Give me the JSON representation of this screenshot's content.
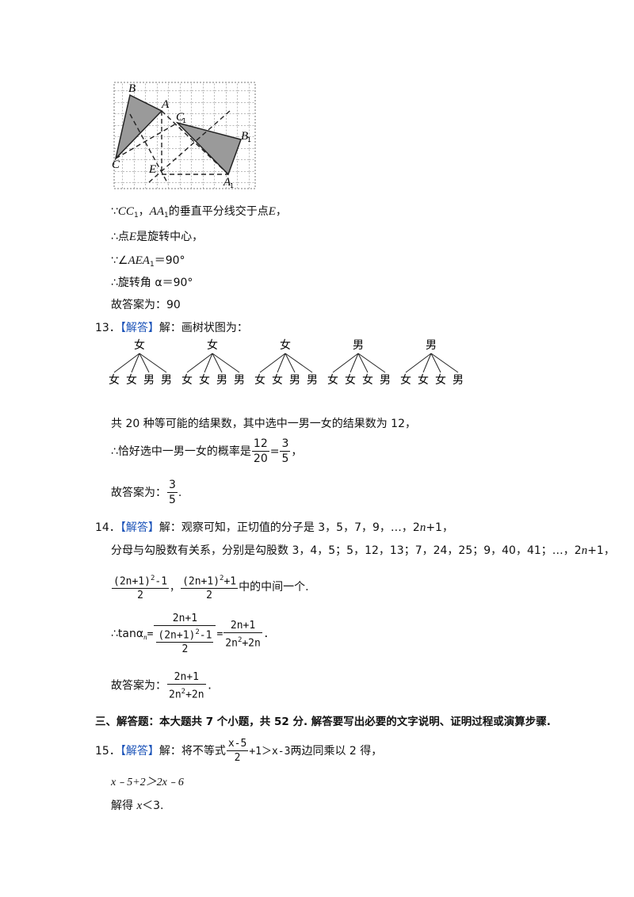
{
  "figure_labels": {
    "B": "B",
    "A": "A",
    "C1": "C",
    "C1_sub": "1",
    "B1": "B",
    "B1_sub": "1",
    "C": "C",
    "E": "E",
    "A1": "A",
    "A1_sub": "1"
  },
  "p12": {
    "l1_a": "∵",
    "l1_b": "CC",
    "l1_c": "1",
    "l1_d": "，",
    "l1_e": "AA",
    "l1_f": "1",
    "l1_g": "的垂直平分线交于点",
    "l1_h": "E",
    "l1_i": "，",
    "l2_a": "∴点",
    "l2_b": "E",
    "l2_c": "是旋转中心，",
    "l3_a": "∵∠",
    "l3_b": "AEA",
    "l3_c": "1",
    "l3_d": "＝90°",
    "l4": "∴旋转角 α＝90°",
    "l5": "故答案为：90"
  },
  "p13": {
    "num": "13．",
    "tag": "【解答】",
    "intro": "解：画树状图为：",
    "roots": [
      "女",
      "女",
      "女",
      "男",
      "男"
    ],
    "leaves": [
      [
        "女",
        "女",
        "男",
        "男"
      ],
      [
        "女",
        "女",
        "男",
        "男"
      ],
      [
        "女",
        "女",
        "男",
        "男"
      ],
      [
        "女",
        "女",
        "女",
        "男"
      ],
      [
        "女",
        "女",
        "女",
        "男"
      ]
    ],
    "line1": "共 20 种等可能的结果数，其中选中一男一女的结果数为 12，",
    "line2": "∴恰好选中一男一女的概率是",
    "f1n": "12",
    "f1d": "20",
    "eq": "=",
    "f2n": "3",
    "f2d": "5",
    "comma": "，",
    "ans": "故答案为：",
    "ansn": "3",
    "ansd": "5",
    "dot": "."
  },
  "p14": {
    "num": "14．",
    "tag": "【解答】",
    "l1a": "解：观察可知，正切值的分子是 3，5，7，9，…，2",
    "l1b": "n",
    "l1c": "+1，",
    "l2a": "分母与勾股数有关系，分别是勾股数 3，4，5；5，12，13；7，24，25；9，40，41；…，2",
    "l2b": "n",
    "l2c": "+1，",
    "fa_base": "(2n+1)",
    "fa_exp": "2",
    "fa_tail": "-1",
    "fa_den": "2",
    "sep": "，",
    "fb_base": "(2n+1)",
    "fb_exp": "2",
    "fb_tail": "+1",
    "fb_den": "2",
    "l3tail": "中的中间一个.",
    "tan_a": "∴tanα",
    "tan_sub": "n",
    "tan_eq": "=",
    "big_num": "2n+1",
    "big_den_base": "(2n+1)",
    "big_den_exp": "2",
    "big_den_tail": "-1",
    "big_den_den": "2",
    "eq2": "=",
    "r_num": "2n+1",
    "r_den_a": "2n",
    "r_den_exp": "2",
    "r_den_b": "+2n",
    "dot": ".",
    "ans": "故答案为：",
    "ans_num": "2n+1",
    "ans_den_a": "2n",
    "ans_den_exp": "2",
    "ans_den_b": "+2n",
    "ans_dot": "."
  },
  "section3": "三、解答题：本大题共 7 个小题，共 52 分. 解答要写出必要的文字说明、证明过程或演算步骤.",
  "p15": {
    "num": "15．",
    "tag": "【解答】",
    "a": "解：将不等式",
    "fn": "x-5",
    "fd": "2",
    "b": "+1＞",
    "c": "x-3",
    "d": "两边同乘以 2 得，",
    "l2": "x﹣5+2＞2x﹣6",
    "l3a": "解得 ",
    "l3b": "x",
    "l3c": "＜3."
  },
  "colors": {
    "tag": "#1a52b8",
    "shade": "#9a9a9a"
  }
}
